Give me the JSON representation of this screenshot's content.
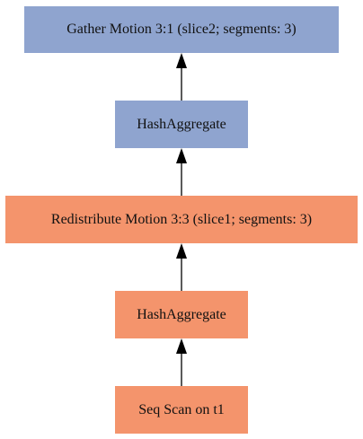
{
  "colors": {
    "slice2": "#8fa4cf",
    "slice1": "#f4946c",
    "edge": "#000000"
  },
  "nodes": [
    {
      "id": "gather-motion",
      "label": "Gather Motion 3:1 (slice2; segments: 3)",
      "slice": "slice2"
    },
    {
      "id": "hash-aggregate-top",
      "label": "HashAggregate",
      "slice": "slice2"
    },
    {
      "id": "redistribute-motion",
      "label": "Redistribute Motion 3:3 (slice1; segments: 3)",
      "slice": "slice1"
    },
    {
      "id": "hash-aggregate-bottom",
      "label": "HashAggregate",
      "slice": "slice1"
    },
    {
      "id": "seq-scan",
      "label": "Seq Scan on t1",
      "slice": "slice1"
    }
  ],
  "edges": [
    {
      "from": "hash-aggregate-top",
      "to": "gather-motion"
    },
    {
      "from": "redistribute-motion",
      "to": "hash-aggregate-top"
    },
    {
      "from": "hash-aggregate-bottom",
      "to": "redistribute-motion"
    },
    {
      "from": "seq-scan",
      "to": "hash-aggregate-bottom"
    }
  ]
}
